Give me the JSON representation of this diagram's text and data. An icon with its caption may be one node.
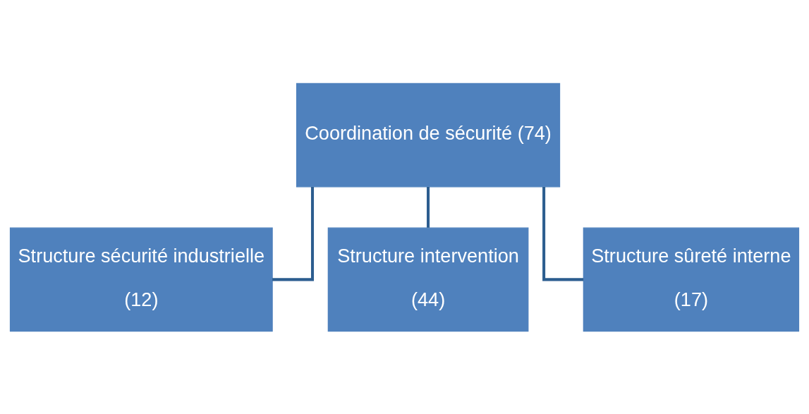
{
  "diagram": {
    "nodes": [
      {
        "text": [
          "Coordination de sécurité (74)"
        ]
      },
      {
        "text": [
          "Structure sécurité industrielle",
          "(12)"
        ]
      },
      {
        "text": [
          "Structure intervention",
          "(44)"
        ]
      },
      {
        "text": [
          "Structure sûreté interne",
          "(17)"
        ]
      }
    ],
    "edges": [
      {
        "from": 0,
        "to": 1,
        "arrow": "none"
      },
      {
        "from": 0,
        "to": 2,
        "arrow": "none"
      },
      {
        "from": 0,
        "to": 3,
        "arrow": "none"
      }
    ]
  }
}
